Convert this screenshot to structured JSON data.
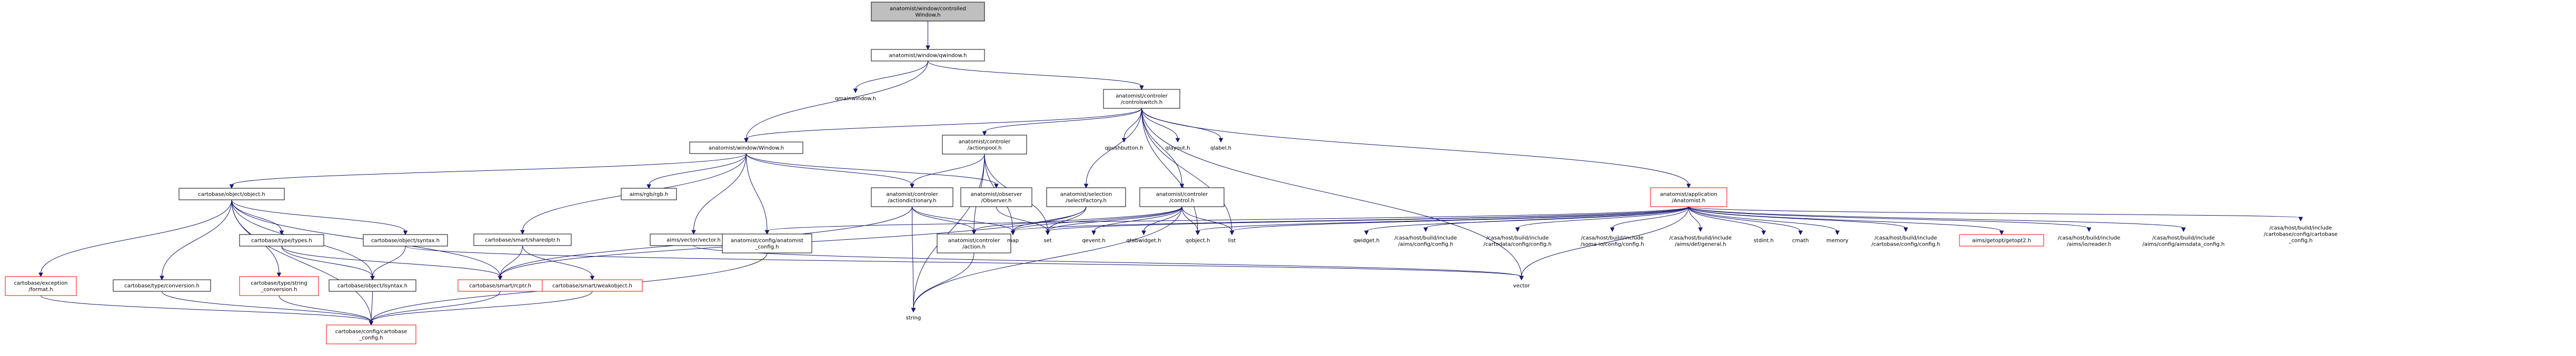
{
  "nodes": [
    {
      "id": "n0",
      "lines": [
        "anatomist/window/controlled",
        "Window.h"
      ],
      "style": "gray"
    },
    {
      "id": "n1",
      "lines": [
        "anatomist/window/qwindow.h"
      ],
      "style": "black"
    },
    {
      "id": "n2",
      "lines": [
        "qmainwindow.h"
      ],
      "style": "plain"
    },
    {
      "id": "n3",
      "lines": [
        "anatomist/controler",
        "/controlswitch.h"
      ],
      "style": "black"
    },
    {
      "id": "n4",
      "lines": [
        "anatomist/window/Window.h"
      ],
      "style": "black"
    },
    {
      "id": "n5",
      "lines": [
        "anatomist/controler",
        "/actionpool.h"
      ],
      "style": "black"
    },
    {
      "id": "n6",
      "lines": [
        "qpushbutton.h"
      ],
      "style": "plain"
    },
    {
      "id": "n7",
      "lines": [
        "qlayout.h"
      ],
      "style": "plain"
    },
    {
      "id": "n8",
      "lines": [
        "qlabel.h"
      ],
      "style": "plain"
    },
    {
      "id": "n9",
      "lines": [
        "anatomist/application",
        "/Anatomist.h"
      ],
      "style": "red"
    },
    {
      "id": "n10",
      "lines": [
        "cartobase/object/object.h"
      ],
      "style": "black"
    },
    {
      "id": "n11",
      "lines": [
        "aims/rgb/rgb.h"
      ],
      "style": "black"
    },
    {
      "id": "n12",
      "lines": [
        "anatomist/controler",
        "/actiondictionary.h"
      ],
      "style": "black"
    },
    {
      "id": "n13",
      "lines": [
        "anatomist/observer",
        "/Observer.h"
      ],
      "style": "black"
    },
    {
      "id": "n14",
      "lines": [
        "anatomist/selection",
        "/selectFactory.h"
      ],
      "style": "black"
    },
    {
      "id": "n15",
      "lines": [
        "anatomist/controler",
        "/control.h"
      ],
      "style": "black"
    },
    {
      "id": "n16",
      "lines": [
        "cartobase/smart/sharedptr.h"
      ],
      "style": "black"
    },
    {
      "id": "n17",
      "lines": [
        "aims/vector/vector.h"
      ],
      "style": "black"
    },
    {
      "id": "n18",
      "lines": [
        "anatomist/config/anatomist",
        "_config.h"
      ],
      "style": "black"
    },
    {
      "id": "n19",
      "lines": [
        "anatomist/controler",
        "/action.h"
      ],
      "style": "black"
    },
    {
      "id": "n20",
      "lines": [
        "map"
      ],
      "style": "plain"
    },
    {
      "id": "n21",
      "lines": [
        "set"
      ],
      "style": "plain"
    },
    {
      "id": "n22",
      "lines": [
        "qevent.h"
      ],
      "style": "plain"
    },
    {
      "id": "n23",
      "lines": [
        "qtabwidget.h"
      ],
      "style": "plain"
    },
    {
      "id": "n24",
      "lines": [
        "qobject.h"
      ],
      "style": "plain"
    },
    {
      "id": "n25",
      "lines": [
        "list"
      ],
      "style": "plain"
    },
    {
      "id": "n26",
      "lines": [
        "qwidget.h"
      ],
      "style": "plain"
    },
    {
      "id": "n27",
      "lines": [
        "/casa/host/build/include",
        "/aims/config/config.h"
      ],
      "style": "plain"
    },
    {
      "id": "n28",
      "lines": [
        "/casa/host/build/include",
        "/cartodata/config/config.h"
      ],
      "style": "plain"
    },
    {
      "id": "n29",
      "lines": [
        "/casa/host/build/include",
        "/soma-io/config/config.h"
      ],
      "style": "plain"
    },
    {
      "id": "n30",
      "lines": [
        "/casa/host/build/include",
        "/aims/def/general.h"
      ],
      "style": "plain"
    },
    {
      "id": "n31",
      "lines": [
        "stdint.h"
      ],
      "style": "plain"
    },
    {
      "id": "n32",
      "lines": [
        "cmath"
      ],
      "style": "plain"
    },
    {
      "id": "n33",
      "lines": [
        "memory"
      ],
      "style": "plain"
    },
    {
      "id": "n34",
      "lines": [
        "/casa/host/build/include",
        "/cartobase/config/config.h"
      ],
      "style": "plain"
    },
    {
      "id": "n35",
      "lines": [
        "aims/getopt/getopt2.h"
      ],
      "style": "red"
    },
    {
      "id": "n36",
      "lines": [
        "/casa/host/build/include",
        "/aims/io/reader.h"
      ],
      "style": "plain"
    },
    {
      "id": "n37",
      "lines": [
        "/casa/host/build/include",
        "/aims/config/aimsdata_config.h"
      ],
      "style": "plain"
    },
    {
      "id": "n38",
      "lines": [
        "/casa/host/build/include",
        "/cartobase/config/cartobase",
        "_config.h"
      ],
      "style": "plain"
    },
    {
      "id": "n39",
      "lines": [
        "cartobase/exception",
        "/format.h"
      ],
      "style": "red"
    },
    {
      "id": "n40",
      "lines": [
        "cartobase/type/conversion.h"
      ],
      "style": "black"
    },
    {
      "id": "n41",
      "lines": [
        "cartobase/type/string",
        "_conversion.h"
      ],
      "style": "red"
    },
    {
      "id": "n42",
      "lines": [
        "cartobase/type/types.h"
      ],
      "style": "black"
    },
    {
      "id": "n43",
      "lines": [
        "cartobase/object/syntax.h"
      ],
      "style": "black"
    },
    {
      "id": "n44",
      "lines": [
        "cartobase/object/lsyntax.h"
      ],
      "style": "black"
    },
    {
      "id": "n45",
      "lines": [
        "cartobase/smart/rcptr.h"
      ],
      "style": "red"
    },
    {
      "id": "n46",
      "lines": [
        "cartobase/smart/weakobject.h"
      ],
      "style": "red"
    },
    {
      "id": "n47",
      "lines": [
        "string"
      ],
      "style": "plain"
    },
    {
      "id": "n48",
      "lines": [
        "vector"
      ],
      "style": "plain"
    },
    {
      "id": "n49",
      "lines": [
        "cartobase/config/cartobase",
        "_config.h"
      ],
      "style": "red"
    }
  ],
  "edges": [
    [
      "n0",
      "n1"
    ],
    [
      "n1",
      "n2"
    ],
    [
      "n1",
      "n3"
    ],
    [
      "n1",
      "n4"
    ],
    [
      "n3",
      "n4"
    ],
    [
      "n3",
      "n5"
    ],
    [
      "n3",
      "n6"
    ],
    [
      "n3",
      "n7"
    ],
    [
      "n3",
      "n8"
    ],
    [
      "n3",
      "n9"
    ],
    [
      "n3",
      "n14"
    ],
    [
      "n3",
      "n15"
    ],
    [
      "n3",
      "n24"
    ],
    [
      "n3",
      "n25"
    ],
    [
      "n3",
      "n48"
    ],
    [
      "n4",
      "n10"
    ],
    [
      "n4",
      "n11"
    ],
    [
      "n4",
      "n12"
    ],
    [
      "n4",
      "n13"
    ],
    [
      "n4",
      "n16"
    ],
    [
      "n4",
      "n17"
    ],
    [
      "n4",
      "n18"
    ],
    [
      "n5",
      "n12"
    ],
    [
      "n5",
      "n19"
    ],
    [
      "n5",
      "n20"
    ],
    [
      "n5",
      "n21"
    ],
    [
      "n5",
      "n47"
    ],
    [
      "n12",
      "n19"
    ],
    [
      "n12",
      "n20"
    ],
    [
      "n12",
      "n47"
    ],
    [
      "n12",
      "n45"
    ],
    [
      "n13",
      "n21"
    ],
    [
      "n14",
      "n20"
    ],
    [
      "n14",
      "n21"
    ],
    [
      "n14",
      "n45"
    ],
    [
      "n15",
      "n19"
    ],
    [
      "n15",
      "n20"
    ],
    [
      "n15",
      "n21"
    ],
    [
      "n15",
      "n22"
    ],
    [
      "n15",
      "n23"
    ],
    [
      "n15",
      "n24"
    ],
    [
      "n15",
      "n25"
    ],
    [
      "n15",
      "n47"
    ],
    [
      "n9",
      "n18"
    ],
    [
      "n9",
      "n20"
    ],
    [
      "n9",
      "n21"
    ],
    [
      "n9",
      "n24"
    ],
    [
      "n9",
      "n25"
    ],
    [
      "n9",
      "n26"
    ],
    [
      "n9",
      "n27"
    ],
    [
      "n9",
      "n28"
    ],
    [
      "n9",
      "n29"
    ],
    [
      "n9",
      "n30"
    ],
    [
      "n9",
      "n31"
    ],
    [
      "n9",
      "n32"
    ],
    [
      "n9",
      "n33"
    ],
    [
      "n9",
      "n34"
    ],
    [
      "n9",
      "n35"
    ],
    [
      "n9",
      "n36"
    ],
    [
      "n9",
      "n37"
    ],
    [
      "n9",
      "n38"
    ],
    [
      "n9",
      "n48"
    ],
    [
      "n10",
      "n39"
    ],
    [
      "n10",
      "n40"
    ],
    [
      "n10",
      "n41"
    ],
    [
      "n10",
      "n42"
    ],
    [
      "n10",
      "n43"
    ],
    [
      "n10",
      "n44"
    ],
    [
      "n10",
      "n45"
    ],
    [
      "n10",
      "n49"
    ],
    [
      "n16",
      "n45"
    ],
    [
      "n16",
      "n46"
    ],
    [
      "n18",
      "n49"
    ],
    [
      "n19",
      "n47"
    ],
    [
      "n17",
      "n48"
    ],
    [
      "n43",
      "n44"
    ],
    [
      "n43",
      "n48"
    ],
    [
      "n42",
      "n44"
    ],
    [
      "n42",
      "n45"
    ],
    [
      "n39",
      "n49"
    ],
    [
      "n40",
      "n49"
    ],
    [
      "n41",
      "n49"
    ],
    [
      "n44",
      "n49"
    ],
    [
      "n45",
      "n49"
    ],
    [
      "n46",
      "n45"
    ],
    [
      "n46",
      "n49"
    ]
  ]
}
